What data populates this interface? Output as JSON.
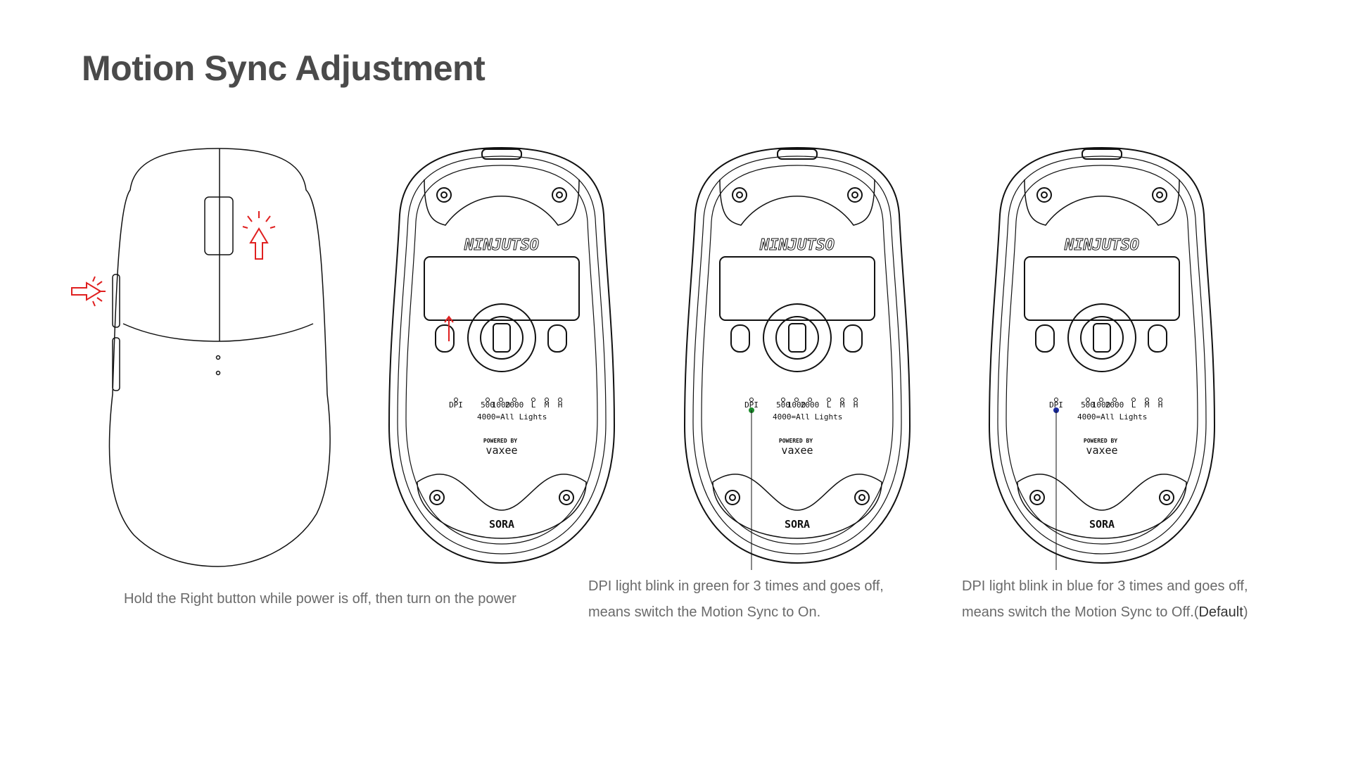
{
  "title": "Motion Sync Adjustment",
  "colors": {
    "accent_red": "#e02020",
    "green_led": "#1a8a2a",
    "blue_led": "#1a2aa0"
  },
  "mouse_labels": {
    "brand": "NINJUTSO",
    "model": "SORA",
    "powered_by": "POWERED BY",
    "partner": "vaxee",
    "dpi": "DPI",
    "dpi_500": "500",
    "dpi_1000": "1000",
    "dpi_2000": "2000",
    "l": "L",
    "m": "M",
    "h": "H",
    "all_lights": "4000=All Lights"
  },
  "captions": {
    "step1": "Hold the Right button while power is off, then turn on the power",
    "step2_line1": "DPI light blink in green for 3 times and goes off,",
    "step2_line2": "means switch the Motion Sync to On.",
    "step3_line1": "DPI light blink in blue for 3 times and goes off,",
    "step3_line2_prefix": "means switch the Motion Sync to Off.(",
    "step3_default": "Default",
    "step3_suffix": ")"
  }
}
